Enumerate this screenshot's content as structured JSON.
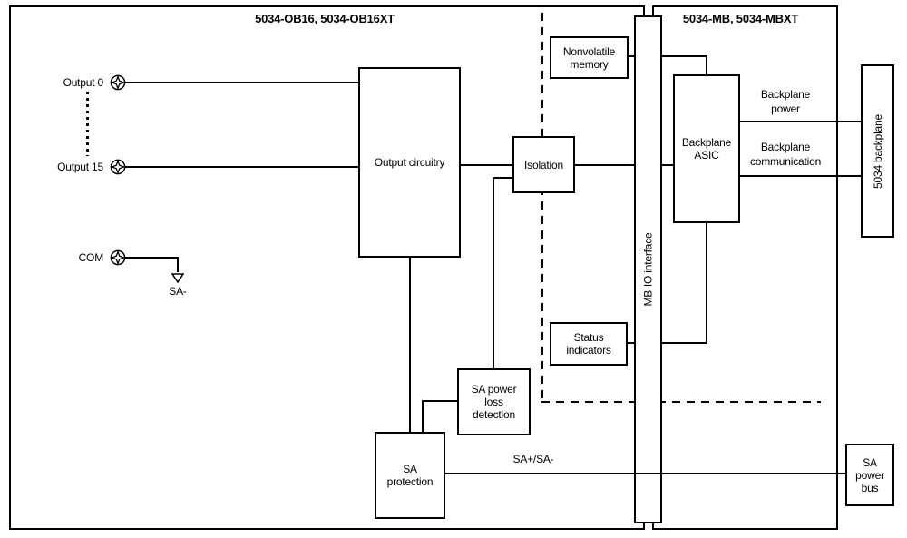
{
  "diagram": {
    "left_module_title": "5034-OB16, 5034-OB16XT",
    "right_module_title": "5034-MB, 5034-MBXT",
    "terminals": {
      "output0": "Output 0",
      "output15": "Output 15",
      "com": "COM",
      "sa_minus": "SA-"
    },
    "blocks": {
      "output_circuitry": "Output circuitry",
      "isolation": "Isolation",
      "nonvolatile_memory": "Nonvolatile\nmemory",
      "mb_io_interface": "MB-IO interface",
      "backplane_asic": "Backplane\nASIC",
      "status_indicators": "Status\nindicators",
      "sa_power_loss_detection": "SA power\nloss\ndetection",
      "sa_protection": "SA\nprotection",
      "backplane_5034": "5034 backplane",
      "sa_power_bus": "SA\npower\nbus"
    },
    "wire_labels": {
      "backplane_power": "Backplane\npower",
      "backplane_communication": "Backplane\ncommunication",
      "sa_plus_minus": "SA+/SA-"
    },
    "icons": {
      "terminal": "phillips-screw-terminal",
      "ground": "open-triangle-down-arrow"
    },
    "colors": {
      "line": "#000000",
      "text": "#000000",
      "background": "#ffffff"
    }
  }
}
